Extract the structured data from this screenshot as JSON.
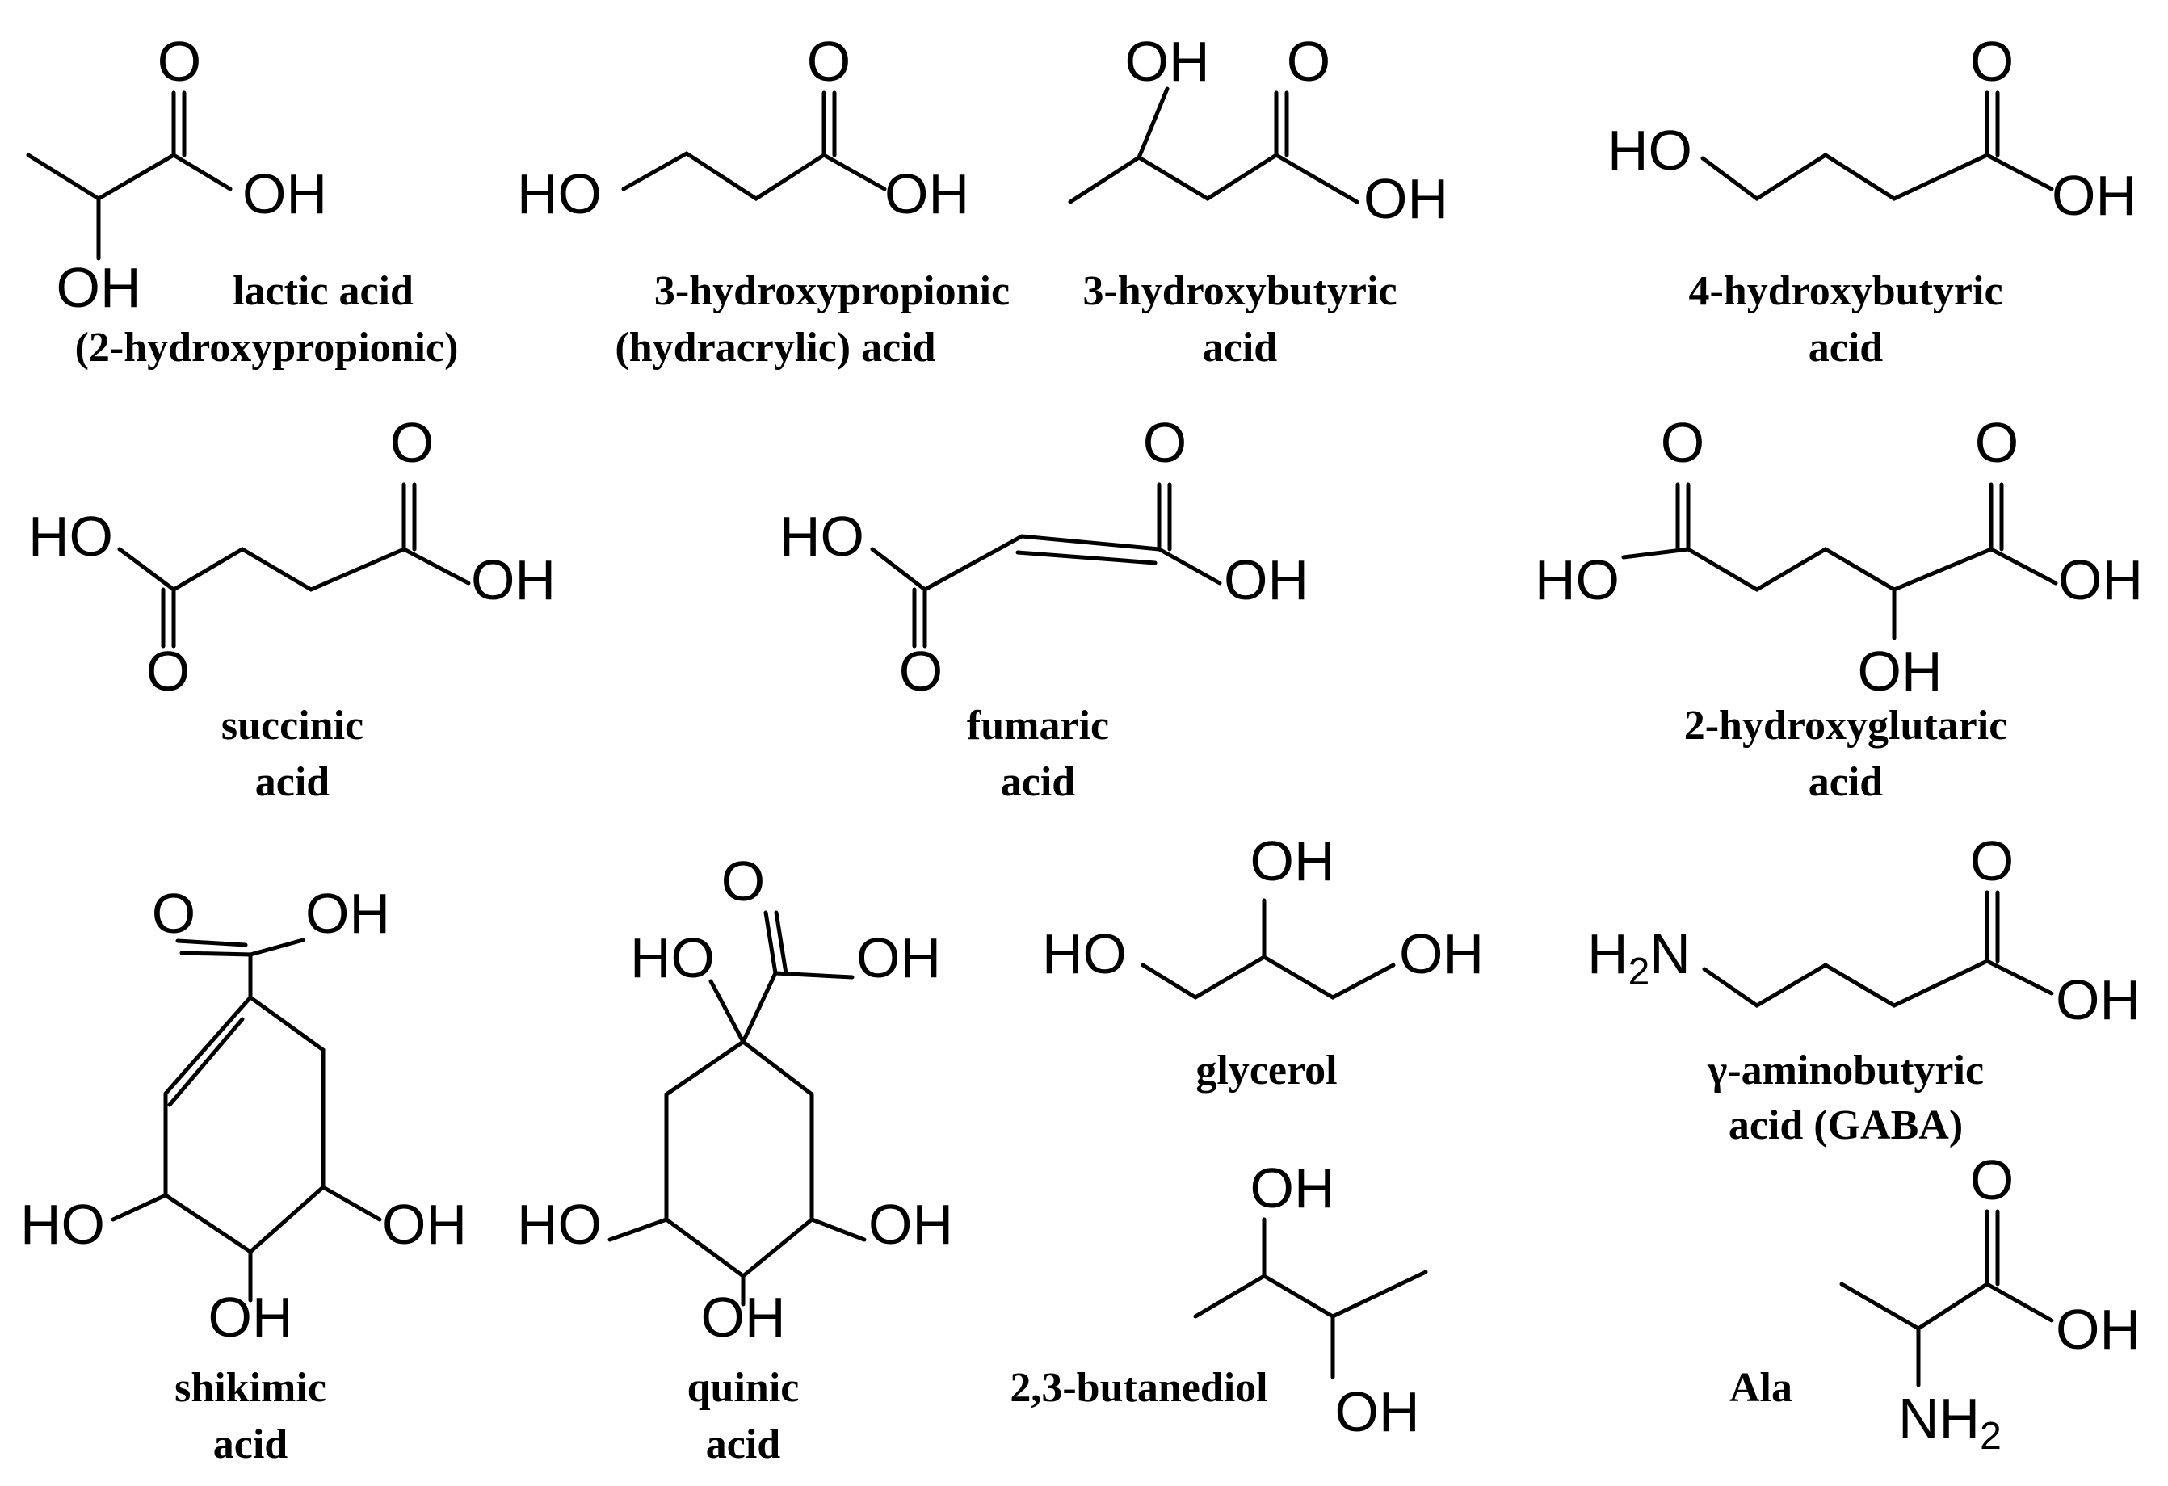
{
  "atoms": {
    "oxygen": "O",
    "hydroxyl": "OH",
    "hydroxyl_left": "HO",
    "amine": "NH",
    "amine_left": "H",
    "amine_left_tail": "N",
    "subscript_2": "2"
  },
  "compounds": [
    {
      "id": "lactic",
      "name": [
        "lactic acid",
        "(2-hydroxypropionic)"
      ]
    },
    {
      "id": "hydracrylic",
      "name": [
        "3-hydroxypropionic",
        "(hydracrylic)  acid"
      ]
    },
    {
      "id": "3hb",
      "name": [
        "3-hydroxybutyric",
        "acid"
      ]
    },
    {
      "id": "4hb",
      "name": [
        "4-hydroxybutyric",
        "acid"
      ]
    },
    {
      "id": "succinic",
      "name": [
        "succinic",
        "acid"
      ]
    },
    {
      "id": "fumaric",
      "name": [
        "fumaric",
        "acid"
      ]
    },
    {
      "id": "2hg",
      "name": [
        "2-hydroxyglutaric",
        "acid"
      ]
    },
    {
      "id": "shikimic",
      "name": [
        "shikimic",
        "acid"
      ]
    },
    {
      "id": "quinic",
      "name": [
        "quinic",
        "acid"
      ]
    },
    {
      "id": "glycerol",
      "name": [
        "glycerol"
      ]
    },
    {
      "id": "gaba",
      "name": [
        "γ-aminobutyric",
        "acid (GABA)"
      ]
    },
    {
      "id": "butanediol",
      "name": [
        "2,3-butanediol"
      ]
    },
    {
      "id": "ala",
      "name": [
        "Ala"
      ]
    }
  ],
  "colors": {
    "ink": "#000000",
    "background": "#ffffff"
  }
}
